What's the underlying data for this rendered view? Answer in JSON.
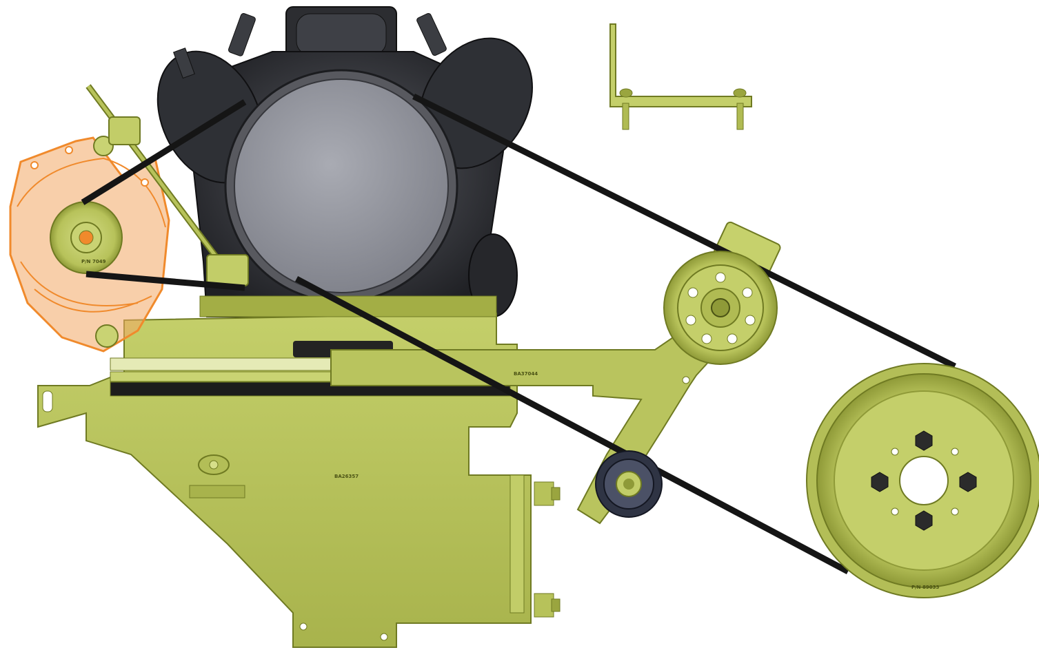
{
  "colors": {
    "bracket": "#b5c25a",
    "bracket_dark": "#6f7a22",
    "bracket_light": "#d6df8a",
    "engine": "#3b3d42",
    "engine_light": "#9ea0a8",
    "alternator": "#f08a2c",
    "belt": "#151515",
    "idler_dark": "#2a2e3a",
    "background": "#ffffff"
  },
  "labels": {
    "crank_pulley_stamp": "P/N 89033",
    "tensioner_stamp": "BA37044",
    "plate_stamp": "BA26357",
    "alternator_pulley_stamp": "P/N 7049"
  }
}
